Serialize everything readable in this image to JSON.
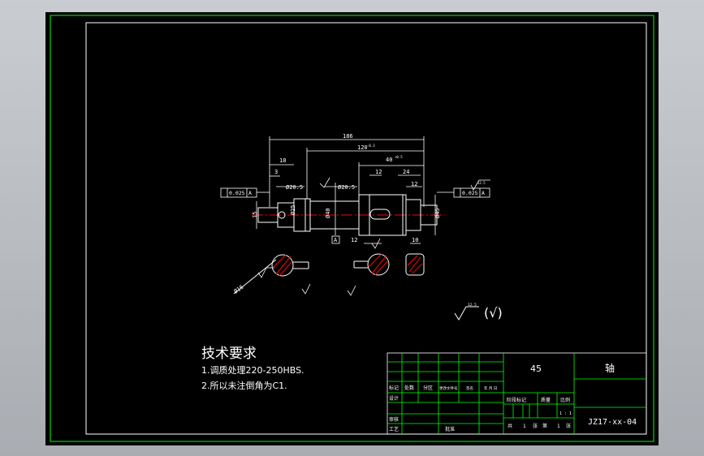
{
  "drawing": {
    "dimensions": {
      "overall_length": "186",
      "length_18": "18",
      "length_3": "3",
      "main_journal": "Ø20.5",
      "shoulder_lower": "Ø20.5",
      "length_120": "120",
      "tol_120": "-0.3",
      "length_40": "40",
      "tol_40": "+0.5",
      "length_12_top": "12",
      "length_24": "24",
      "length_12_right": "12",
      "dia_15": "15",
      "dia_25": "Ø25",
      "dia_mid": "Ø40",
      "dia_right": "Ø45",
      "keyway_depth": "12",
      "keyway_width": "10",
      "section_label": "Ø16"
    },
    "tolerance_frames": {
      "left": {
        "value": "0.025",
        "datum": "A"
      },
      "right": {
        "value": "0.025",
        "datum": "A"
      }
    },
    "datum_label": "A",
    "roughness": {
      "top_right": "12.5",
      "general": "12.5",
      "note_symbol": "(√)"
    }
  },
  "tech_requirements": {
    "title": "技术要求",
    "item1": "1.调质处理220-250HBS.",
    "item2": "2.所以未注倒角为C1."
  },
  "title_block": {
    "material": "45",
    "part_name": "轴",
    "drawing_no": "JZ17-xx-04",
    "labels": {
      "marks": "标记",
      "count": "处数",
      "zone": "分区",
      "change_doc": "更改文件号",
      "signature": "签名",
      "date": "年 月 日",
      "design": "设计",
      "review": "审核",
      "process": "工艺",
      "approve": "批准",
      "stage_mark": "阶段标记",
      "weight": "质量",
      "scale": "比例",
      "scale_value": "1 : 1",
      "sheets_total": "共",
      "sheets_total_num": "1",
      "sheet_word": "张",
      "sheet_no": "第",
      "sheet_no_num": "1",
      "sheet_word2": "张"
    }
  },
  "colors": {
    "background": "#000000",
    "frame_outer": "#00ff00",
    "line_white": "#ffffff",
    "centerline": "#ff0000",
    "hatch": "#ff0000",
    "table_green": "#00ff00"
  }
}
